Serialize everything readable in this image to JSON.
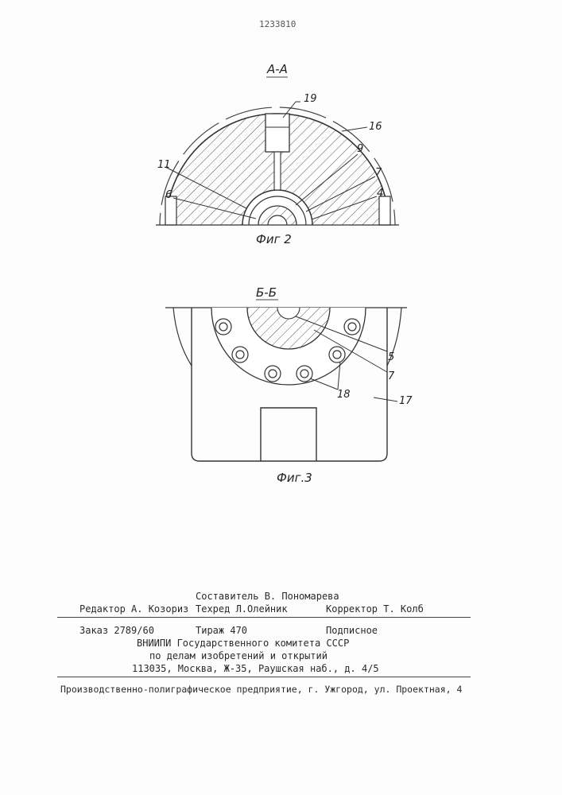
{
  "patent_number": "1233810",
  "fig2": {
    "section_label": "А-А",
    "caption": "Фиг 2",
    "callouts": [
      "19",
      "16",
      "11",
      "9",
      "7",
      "6",
      "4"
    ]
  },
  "fig3": {
    "section_label": "Б-Б",
    "caption": "Фиг.3",
    "callouts": [
      "5",
      "7",
      "18",
      "17"
    ]
  },
  "imprint": {
    "compiler": "Составитель В. Пономарева",
    "editor": "Редактор А. Козориз",
    "techred": "Техред Л.Олейник",
    "corrector": "Корректор Т. Колб",
    "order": "Заказ 2789/60",
    "circulation": "Тираж 470",
    "subscription": "Подписное",
    "org_line1": "ВНИИПИ Государственного комитета СССР",
    "org_line2": "по делам изобретений и открытий",
    "address": "113035, Москва, Ж-35, Раушская наб., д. 4/5",
    "printer": "Производственно-полиграфическое предприятие, г. Ужгород, ул. Проектная, 4"
  }
}
